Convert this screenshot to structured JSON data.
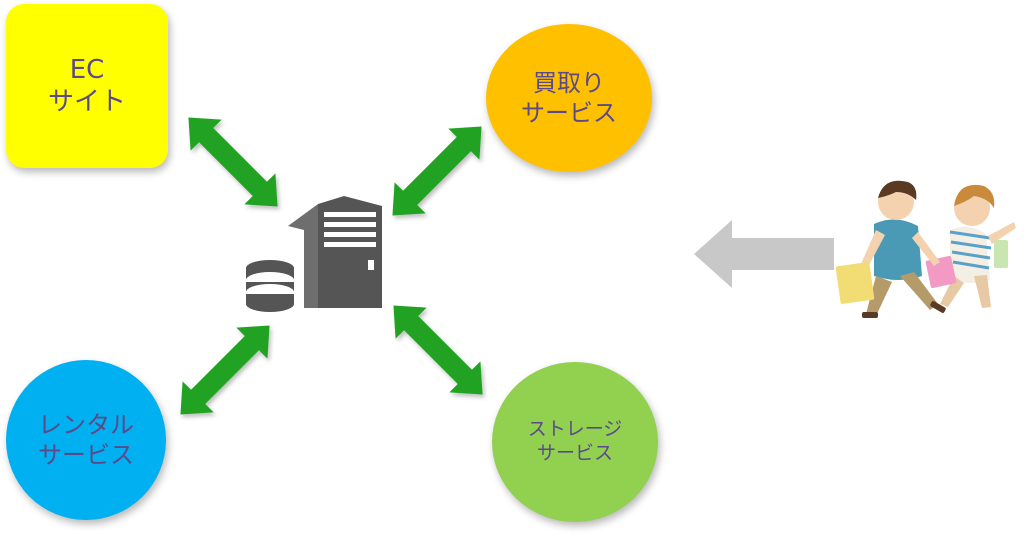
{
  "nodes": {
    "ec": {
      "line1": "EC",
      "line2": "サイト",
      "color": "#ffff00"
    },
    "kaitori": {
      "line1": "買取り",
      "line2": "サービス",
      "color": "#ffc000"
    },
    "rental": {
      "line1": "レンタル",
      "line2": "サービス",
      "color": "#00b0f0"
    },
    "storage": {
      "line1": "ストレージ",
      "line2": "サービス",
      "color": "#92d050"
    }
  },
  "colors": {
    "text": "#5b4a8a",
    "connector": "#22a222",
    "server": "#555555",
    "flow_arrow": "#c8c8c8"
  },
  "icons": {
    "center": "server-database-icon",
    "customers": "shoppers-illustration"
  }
}
